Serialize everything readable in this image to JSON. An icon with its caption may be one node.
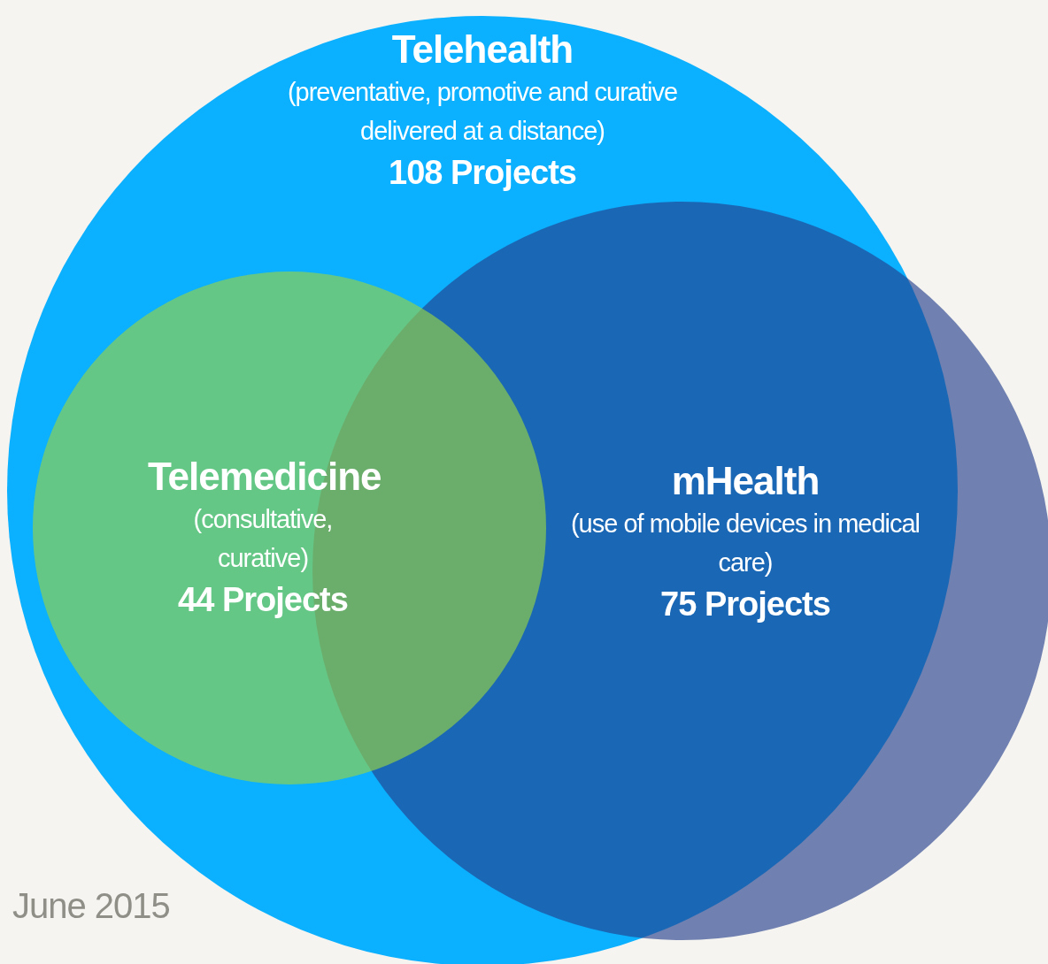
{
  "diagram": {
    "nodes": [
      {
        "text": [
          "Telehealth",
          "(preventative, promotive and curative delivered at a distance)",
          "108 Projects"
        ]
      },
      {
        "text": [
          "Telemedicine",
          "(consultative, curative)",
          "44 Projects"
        ],
        "in": 0
      },
      {
        "text": [
          "mHealth",
          "(use of mobile devices in medical care)",
          "75 Projects"
        ]
      }
    ],
    "labels": [
      "June 2015"
    ]
  }
}
